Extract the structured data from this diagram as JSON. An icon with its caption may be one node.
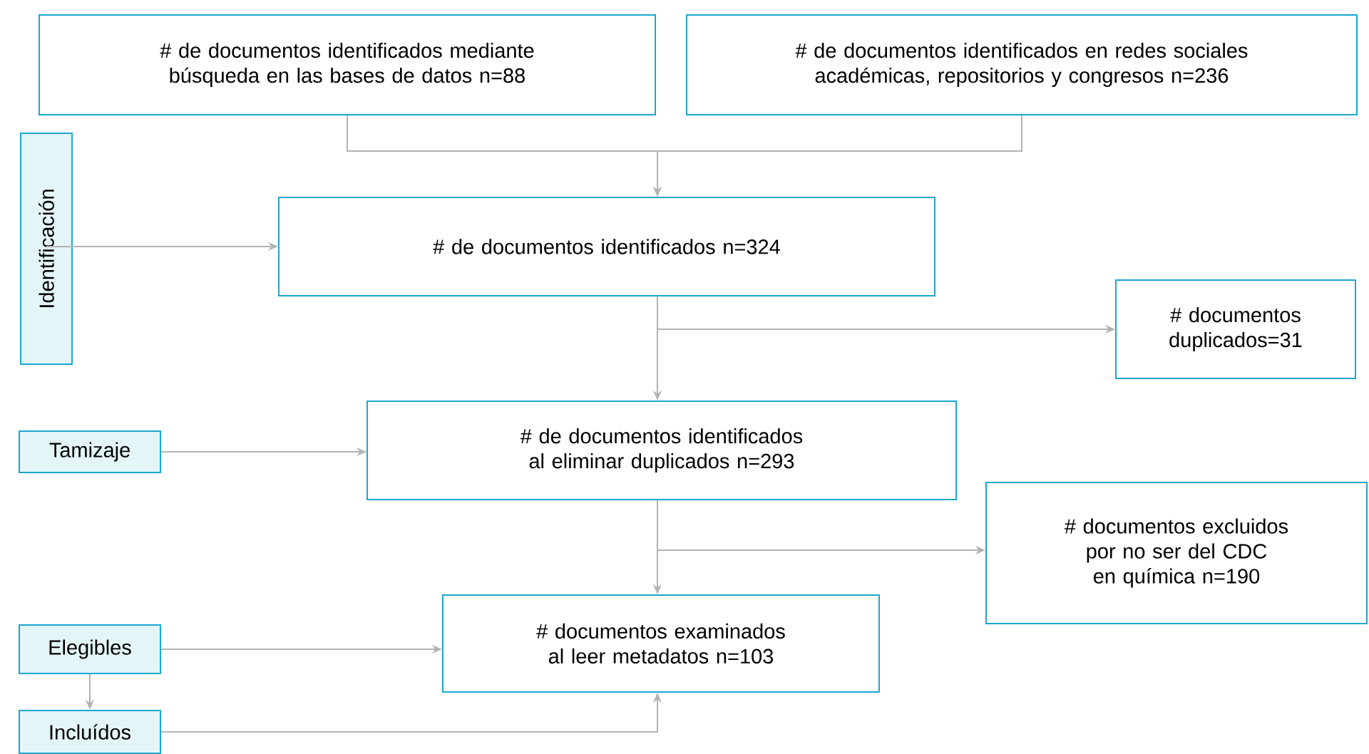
{
  "diagram": {
    "nodes": [
      {
        "text": [
          "# de documentos identificados mediante búsqueda en las bases de datos n=88"
        ]
      },
      {
        "text": [
          "# de documentos identificados en redes sociales académicas, repositorios y congresos n=236"
        ]
      },
      {
        "text": [
          "Identificación"
        ]
      },
      {
        "text": [
          "# de documentos identificados n=324"
        ]
      },
      {
        "text": [
          "# documentos duplicados=31"
        ]
      },
      {
        "text": [
          "Tamizaje"
        ]
      },
      {
        "text": [
          "# de documentos identificados al eliminar duplicados n=293"
        ]
      },
      {
        "text": [
          "# documentos excluidos por no ser del CDC en química n=190"
        ]
      },
      {
        "text": [
          "Elegibles"
        ]
      },
      {
        "text": [
          "# documentos examinados al leer metadatos n=103"
        ]
      },
      {
        "text": [
          "Incluídos"
        ]
      }
    ],
    "edges": [
      {
        "from": 0,
        "to": 3,
        "arrow": "to"
      },
      {
        "from": 1,
        "to": 3,
        "arrow": "to"
      },
      {
        "from": 2,
        "to": 3,
        "arrow": "to"
      },
      {
        "from": 3,
        "to": 6,
        "arrow": "to"
      },
      {
        "from": 3,
        "to": 4,
        "arrow": "to"
      },
      {
        "from": 5,
        "to": 6,
        "arrow": "to"
      },
      {
        "from": 6,
        "to": 9,
        "arrow": "to"
      },
      {
        "from": 6,
        "to": 7,
        "arrow": "to"
      },
      {
        "from": 8,
        "to": 9,
        "arrow": "to"
      },
      {
        "from": 8,
        "to": 10,
        "arrow": "to"
      },
      {
        "from": 10,
        "to": 9,
        "arrow": "to"
      }
    ]
  }
}
